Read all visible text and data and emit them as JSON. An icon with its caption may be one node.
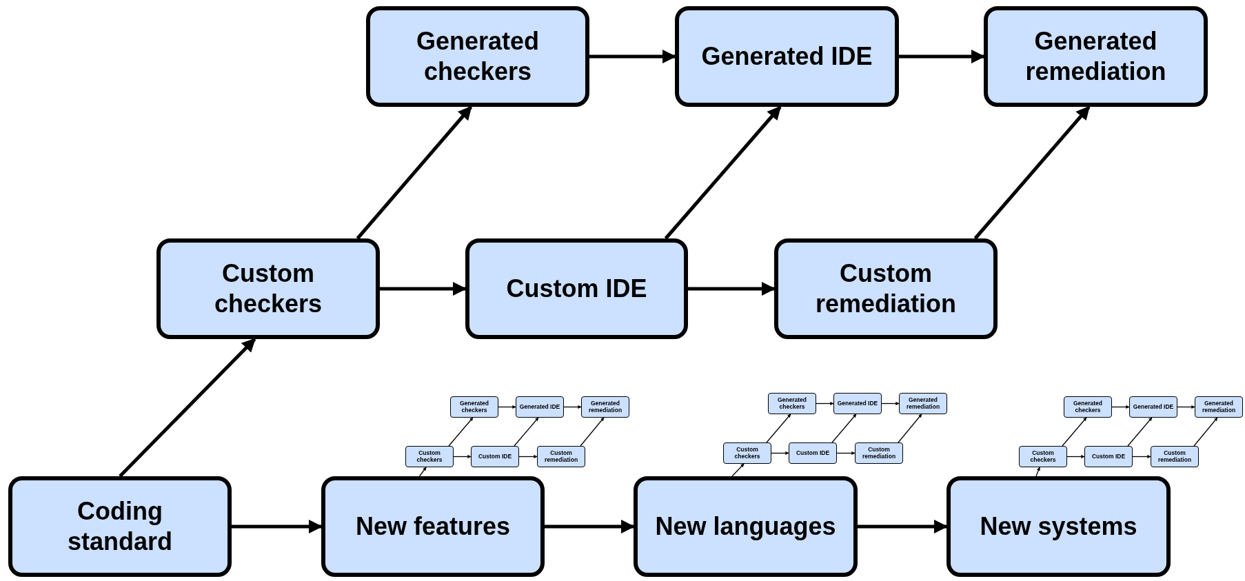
{
  "diagram": {
    "nodes": [
      {
        "text": [
          "Generated checkers"
        ]
      },
      {
        "text": [
          "Generated IDE"
        ]
      },
      {
        "text": [
          "Generated remediation"
        ]
      },
      {
        "text": [
          "Custom checkers"
        ]
      },
      {
        "text": [
          "Custom IDE"
        ]
      },
      {
        "text": [
          "Custom remediation"
        ]
      },
      {
        "text": [
          "Coding standard"
        ]
      },
      {
        "text": [
          "New features"
        ]
      },
      {
        "text": [
          "New languages"
        ]
      },
      {
        "text": [
          "New systems"
        ]
      },
      {
        "text": [
          "Generated checkers"
        ]
      },
      {
        "text": [
          "Generated IDE"
        ]
      },
      {
        "text": [
          "Generated remediation"
        ]
      },
      {
        "text": [
          "Custom checkers"
        ]
      },
      {
        "text": [
          "Custom IDE"
        ]
      },
      {
        "text": [
          "Custom remediation"
        ]
      },
      {
        "text": [
          "Generated checkers"
        ]
      },
      {
        "text": [
          "Generated IDE"
        ]
      },
      {
        "text": [
          "Generated remediation"
        ]
      },
      {
        "text": [
          "Custom checkers"
        ]
      },
      {
        "text": [
          "Custom IDE"
        ]
      },
      {
        "text": [
          "Custom remediation"
        ]
      },
      {
        "text": [
          "Generated checkers"
        ]
      },
      {
        "text": [
          "Generated IDE"
        ]
      },
      {
        "text": [
          "Generated remediation"
        ]
      },
      {
        "text": [
          "Custom checkers"
        ]
      },
      {
        "text": [
          "Custom IDE"
        ]
      },
      {
        "text": [
          "Custom remediation"
        ]
      }
    ],
    "edges": [
      {
        "from": 0,
        "to": 1,
        "arrow": "to",
        "style": "thick"
      },
      {
        "from": 1,
        "to": 2,
        "arrow": "to",
        "style": "thick"
      },
      {
        "from": 3,
        "to": 0,
        "arrow": "to",
        "style": "thick"
      },
      {
        "from": 3,
        "to": 4,
        "arrow": "to",
        "style": "thick"
      },
      {
        "from": 4,
        "to": 1,
        "arrow": "to",
        "style": "thick"
      },
      {
        "from": 4,
        "to": 5,
        "arrow": "to",
        "style": "thick"
      },
      {
        "from": 5,
        "to": 2,
        "arrow": "to",
        "style": "thick"
      },
      {
        "from": 6,
        "to": 3,
        "arrow": "to",
        "style": "thick"
      },
      {
        "from": 6,
        "to": 7,
        "arrow": "to",
        "style": "thick"
      },
      {
        "from": 7,
        "to": 8,
        "arrow": "to",
        "style": "thick"
      },
      {
        "from": 8,
        "to": 9,
        "arrow": "to",
        "style": "thick"
      },
      {
        "from": 7,
        "to": 13,
        "arrow": "to"
      },
      {
        "from": 13,
        "to": 10,
        "arrow": "to"
      },
      {
        "from": 13,
        "to": 14,
        "arrow": "to"
      },
      {
        "from": 14,
        "to": 11,
        "arrow": "to"
      },
      {
        "from": 14,
        "to": 15,
        "arrow": "to"
      },
      {
        "from": 15,
        "to": 12,
        "arrow": "to"
      },
      {
        "from": 10,
        "to": 11,
        "arrow": "to"
      },
      {
        "from": 11,
        "to": 12,
        "arrow": "to"
      },
      {
        "from": 8,
        "to": 19,
        "arrow": "to"
      },
      {
        "from": 19,
        "to": 16,
        "arrow": "to"
      },
      {
        "from": 19,
        "to": 20,
        "arrow": "to"
      },
      {
        "from": 20,
        "to": 17,
        "arrow": "to"
      },
      {
        "from": 20,
        "to": 21,
        "arrow": "to"
      },
      {
        "from": 21,
        "to": 18,
        "arrow": "to"
      },
      {
        "from": 16,
        "to": 17,
        "arrow": "to"
      },
      {
        "from": 17,
        "to": 18,
        "arrow": "to"
      },
      {
        "from": 9,
        "to": 25,
        "arrow": "to"
      },
      {
        "from": 25,
        "to": 22,
        "arrow": "to"
      },
      {
        "from": 25,
        "to": 26,
        "arrow": "to"
      },
      {
        "from": 26,
        "to": 23,
        "arrow": "to"
      },
      {
        "from": 26,
        "to": 27,
        "arrow": "to"
      },
      {
        "from": 27,
        "to": 24,
        "arrow": "to"
      },
      {
        "from": 22,
        "to": 23,
        "arrow": "to"
      },
      {
        "from": 23,
        "to": 24,
        "arrow": "to"
      }
    ]
  }
}
